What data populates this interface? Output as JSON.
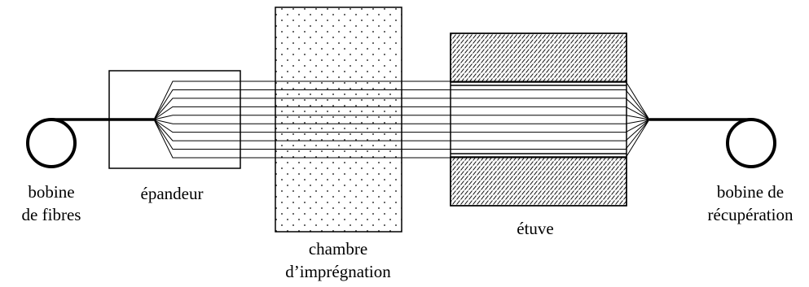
{
  "diagram": {
    "labels": {
      "fiber_spool_line1": "bobine",
      "fiber_spool_line2": "de fibres",
      "spreader": "épandeur",
      "impregnation_line1": "chambre",
      "impregnation_line2": "d’imprégnation",
      "oven": "étuve",
      "takeup_line1": "bobine de",
      "takeup_line2": "récupération"
    },
    "fiber_strand_count": 10,
    "colors": {
      "stroke": "#000000",
      "background": "#ffffff"
    }
  }
}
